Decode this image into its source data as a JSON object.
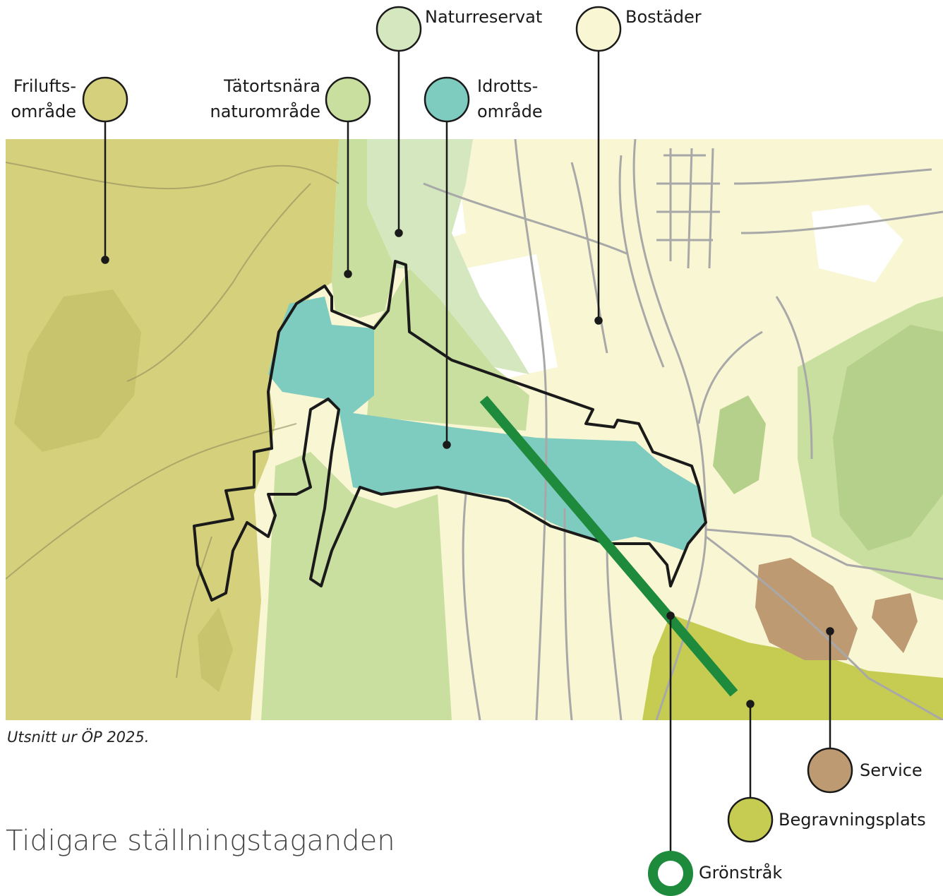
{
  "map": {
    "caption": "Utsnitt ur ÖP 2025.",
    "colors": {
      "friluftsomrade": "#d5d07c",
      "tatortsnara_naturomrade": "#c9df9f",
      "naturreservat": "#d4e7bf",
      "idrottsomrade": "#7ecbc0",
      "bostader": "#f8f6d3",
      "begravningsplats": "#c6cc52",
      "service": "#bd9a72",
      "gronstrak": "#1e8a3c",
      "roads": "#a8a8a8",
      "boundary": "#1a1a1a"
    }
  },
  "legend": {
    "friluftsomrade": "Frilufts-\nområde",
    "tatortsnara_naturomrade": "Tätortsnära\nnaturområde",
    "naturreservat": "Naturreservat",
    "idrottsomrade": "Idrotts-\nområde",
    "bostader": "Bostäder",
    "service": "Service",
    "begravningsplats": "Begravningsplats",
    "gronstrak": "Grönstråk"
  },
  "section": {
    "heading": "Tidigare ställningstaganden"
  }
}
